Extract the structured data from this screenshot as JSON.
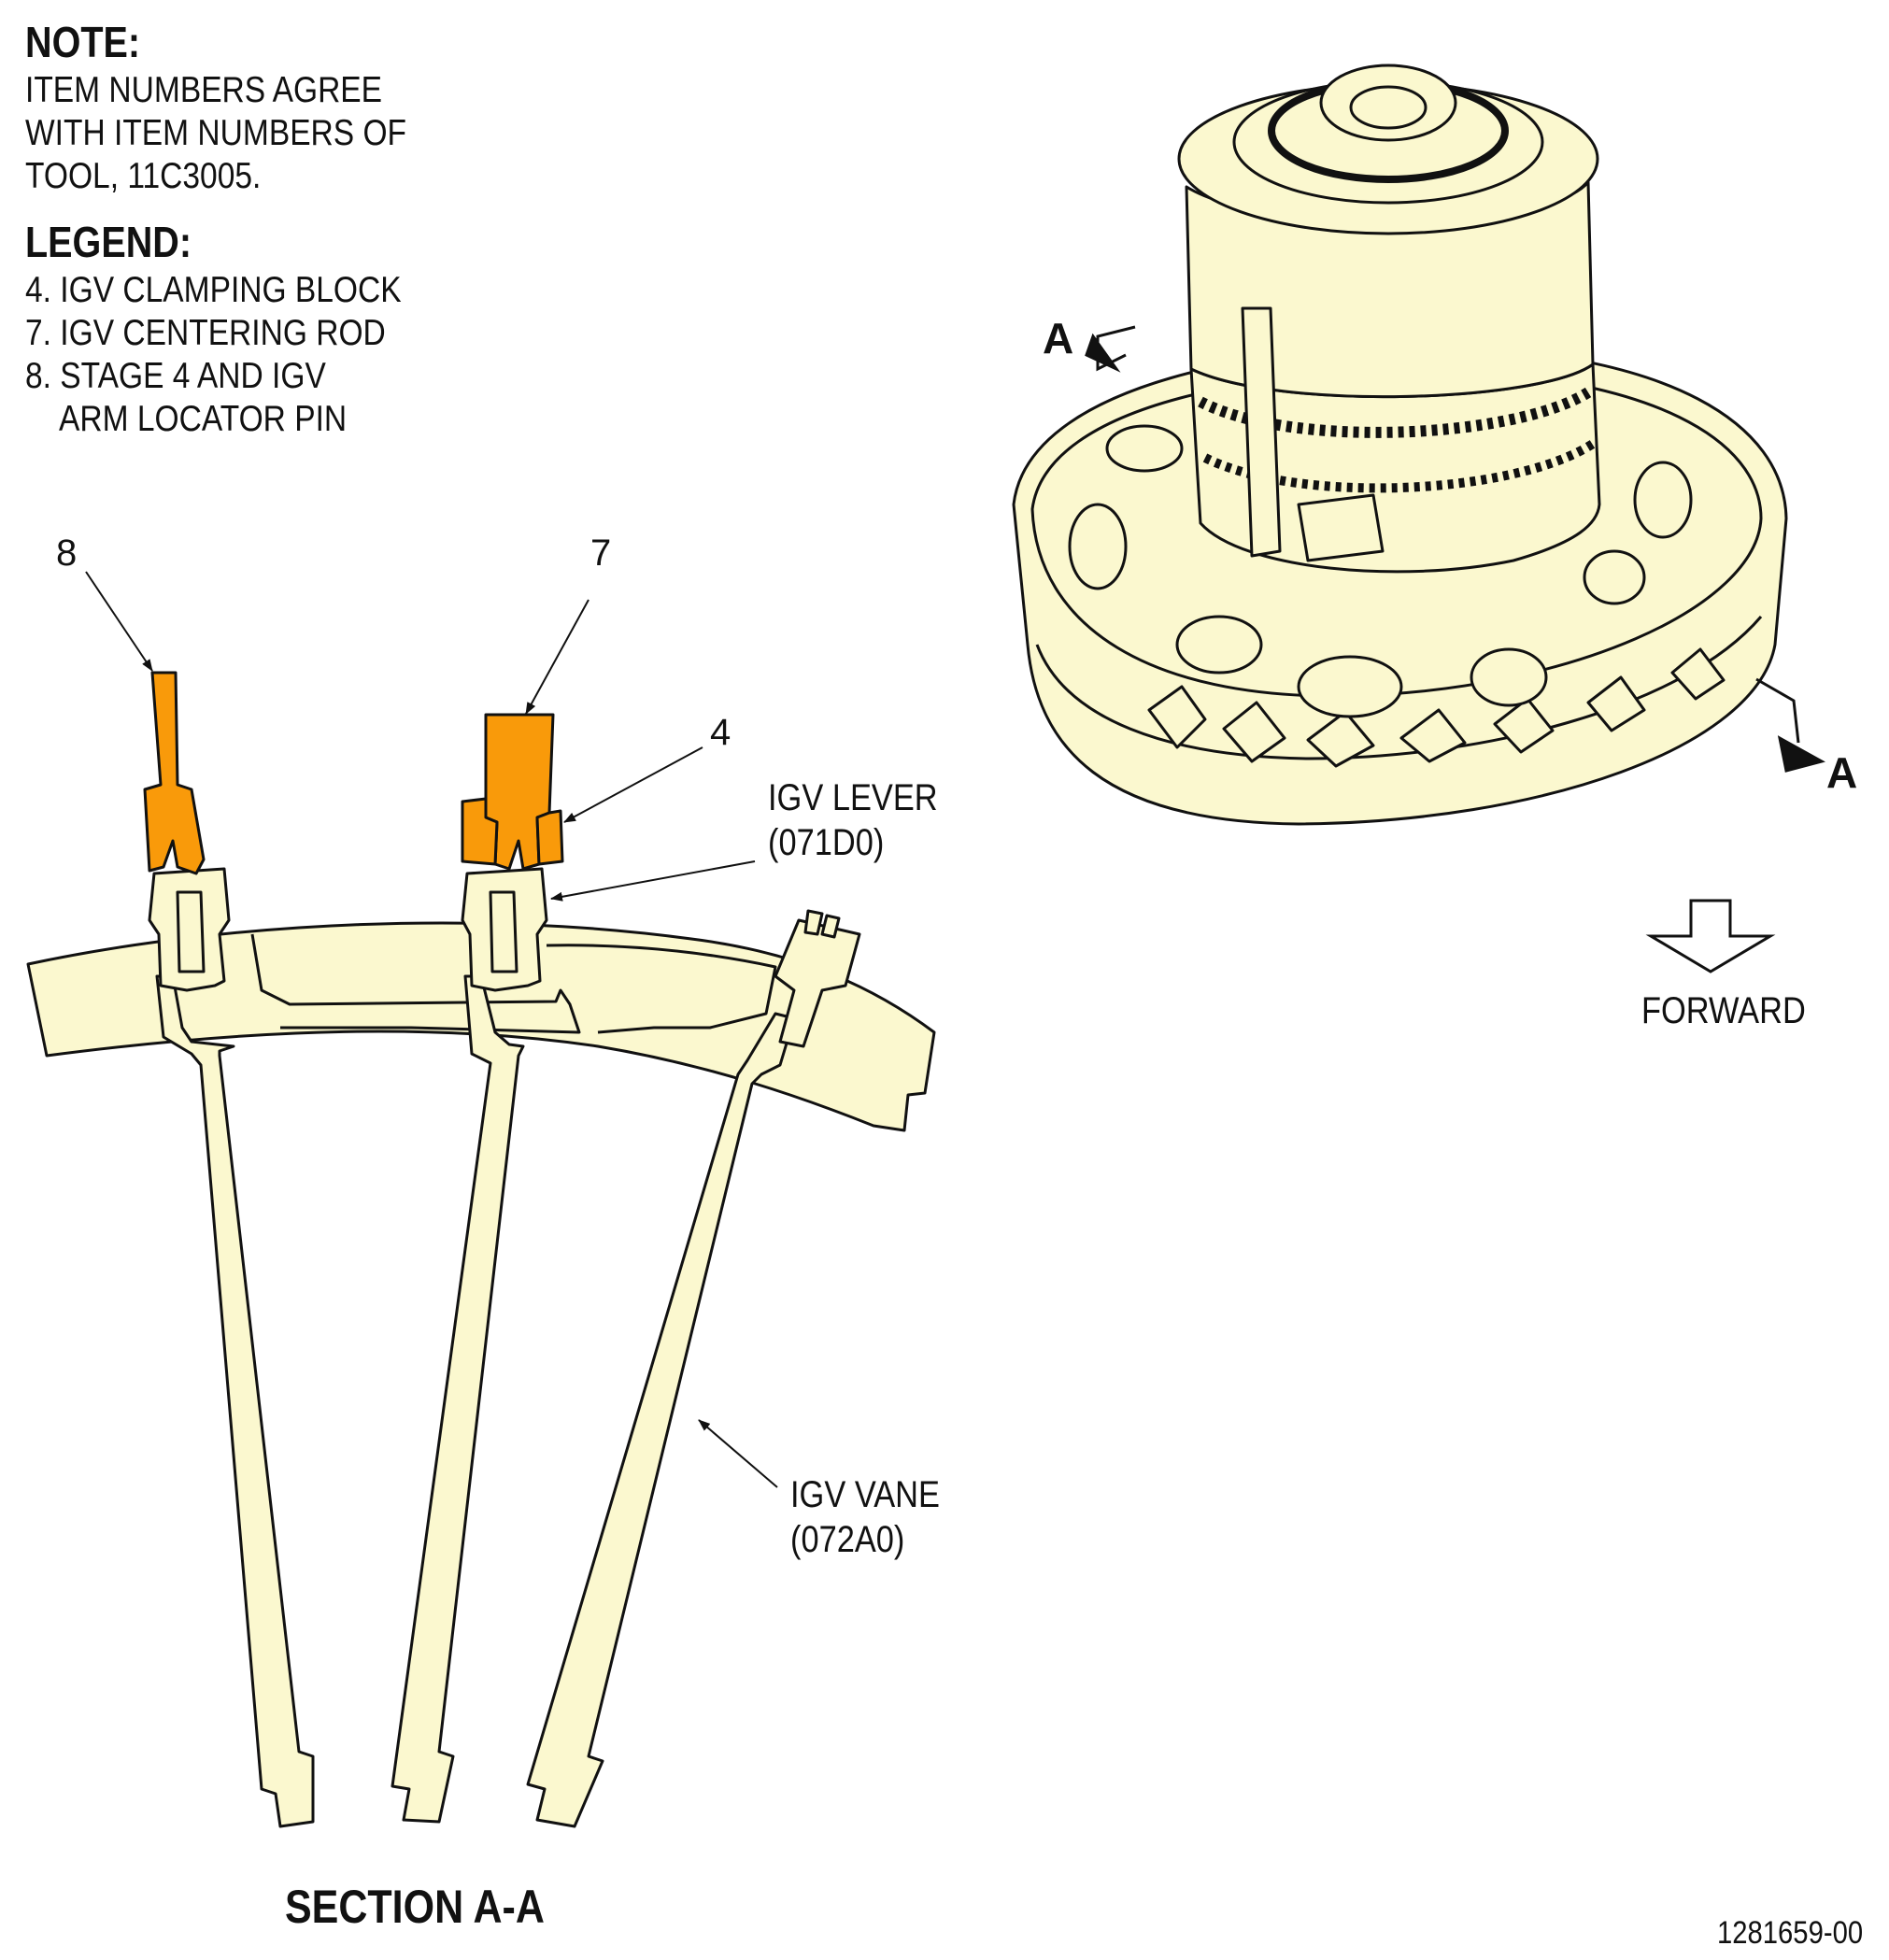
{
  "note": {
    "title": "NOTE:",
    "lines": [
      "ITEM NUMBERS AGREE",
      "WITH ITEM NUMBERS OF",
      "TOOL, 11C3005."
    ]
  },
  "legend": {
    "title": "LEGEND:",
    "items": [
      "4. IGV CLAMPING BLOCK",
      "7. IGV CENTERING ROD",
      "8. STAGE 4 AND IGV",
      "ARM LOCATOR PIN"
    ]
  },
  "callouts": {
    "item_8": "8",
    "item_7": "7",
    "item_4": "4",
    "igv_lever": [
      "IGV LEVER",
      "(071D0)"
    ],
    "igv_vane": [
      "IGV VANE",
      "(072A0)"
    ]
  },
  "section_markers": {
    "top": "A",
    "bottom": "A"
  },
  "forward_label": "FORWARD",
  "section_title": "SECTION A-A",
  "figure_number": "1281659-00",
  "colors": {
    "part_fill": "#fbf8cf",
    "tool_fill": "#f99a0a",
    "line": "#111111"
  }
}
